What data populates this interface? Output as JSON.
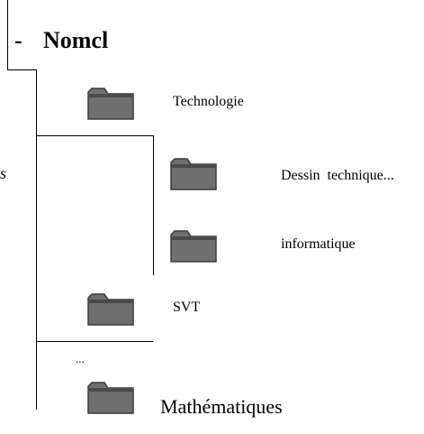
{
  "tree": {
    "root": {
      "toggle": "-",
      "label": "Nomcl"
    },
    "cut_text": "s",
    "ellipsis": "...",
    "items": [
      {
        "label": "Technologie",
        "icon": "folder-icon"
      },
      {
        "label": "Dessin  technique...",
        "icon": "folder-icon"
      },
      {
        "label": "informatique",
        "icon": "folder-icon"
      },
      {
        "label": "SVT",
        "icon": "folder-icon"
      },
      {
        "label": "Mathématiques",
        "icon": "folder-icon"
      }
    ]
  },
  "colors": {
    "folder_fill": "#6f6f6f",
    "folder_shadow": "#4a4a4a",
    "line": "#000000"
  }
}
